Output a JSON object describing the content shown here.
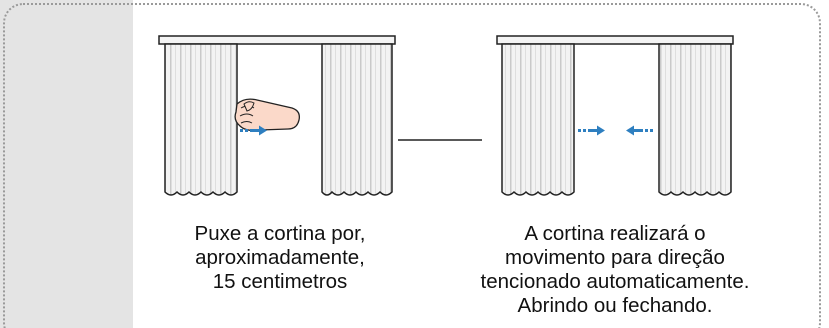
{
  "captions": {
    "left": [
      "Puxe a cortina por,",
      "aproximadamente,",
      "15 centimetros"
    ],
    "right": [
      "A cortina realizará o",
      "movimento para direção",
      "tencionado automaticamente.",
      "Abrindo ou fechando."
    ]
  },
  "colors": {
    "arrow": "#2e7fc0",
    "curtain": "#f2f2f2",
    "outline": "#222222",
    "hand": "#fbd9c9",
    "panel_band": "#e4e4e4",
    "border": "#9a9a9a"
  },
  "icons": [
    "hand-icon",
    "arrow-right-icon",
    "arrow-left-icon"
  ]
}
